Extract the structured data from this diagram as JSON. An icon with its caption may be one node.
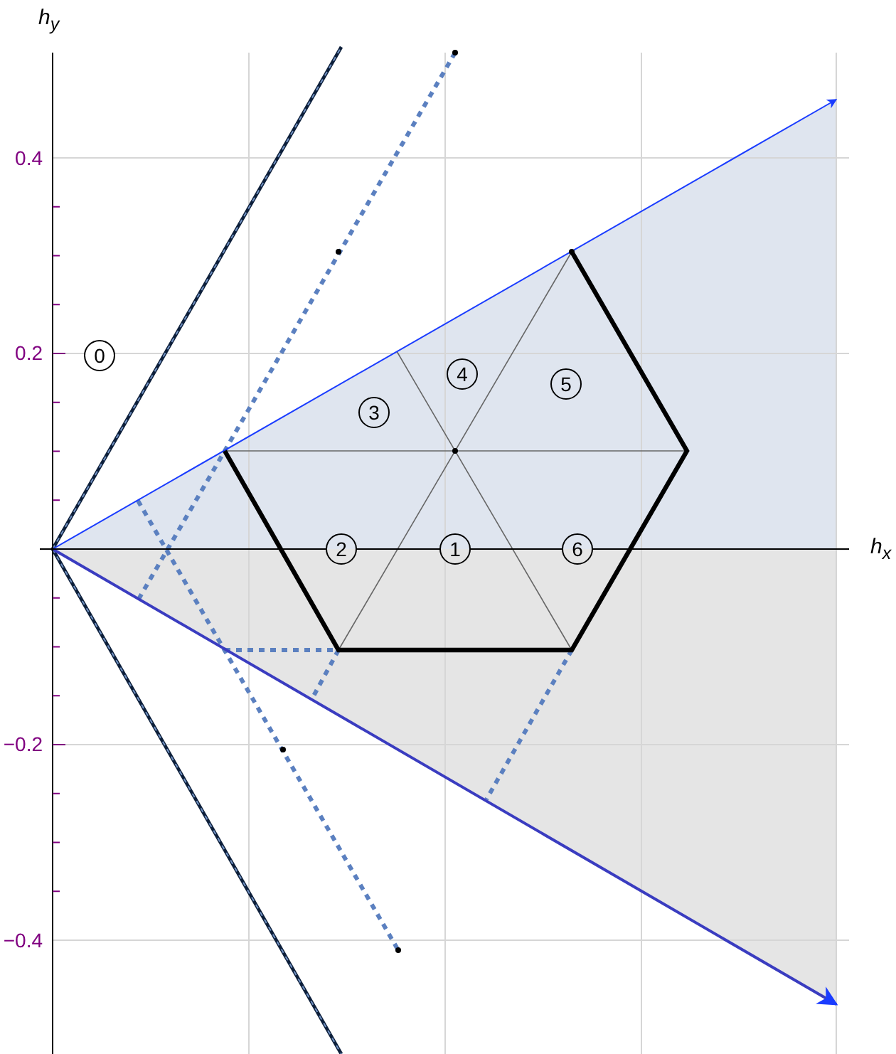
{
  "diagram": {
    "nodes": [
      {
        "text": [
          "0"
        ]
      },
      {
        "text": [
          "3"
        ]
      },
      {
        "text": [
          "4"
        ]
      },
      {
        "text": [
          "5"
        ]
      },
      {
        "text": [
          "2"
        ]
      },
      {
        "text": [
          "1"
        ]
      },
      {
        "text": [
          "6"
        ]
      }
    ],
    "labels": [
      "h$_{y}$",
      "0.4",
      "0.2",
      "h$_{x}$",
      "−0.2",
      "−0.4"
    ]
  }
}
